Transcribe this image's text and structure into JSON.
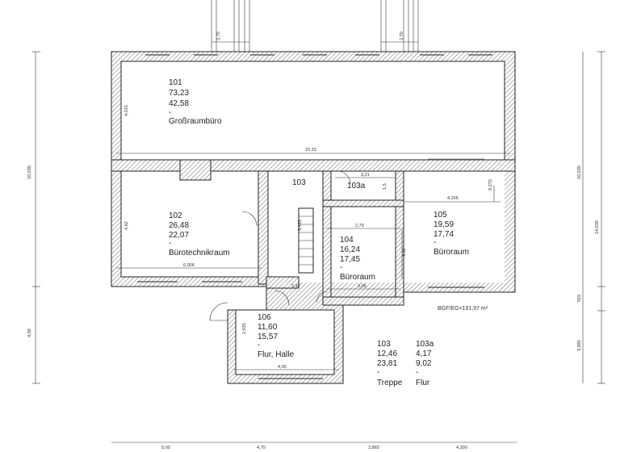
{
  "rooms": [
    {
      "number": "101",
      "area1": "73,23",
      "area2": "42,58",
      "dash": "-",
      "name": "Großraumbüro"
    },
    {
      "number": "102",
      "area1": "26,48",
      "area2": "22,07",
      "dash": "-",
      "name": "Bürotechnikraum"
    },
    {
      "number": "103",
      "label": "103"
    },
    {
      "number": "103a",
      "label": "103a"
    },
    {
      "number": "104",
      "area1": "16,24",
      "area2": "17,45",
      "dash": "-",
      "name": "Büroraum"
    },
    {
      "number": "105",
      "area1": "19,59",
      "area2": "17,74",
      "dash": "-",
      "name": "Büroraum"
    },
    {
      "number": "106",
      "area1": "11,60",
      "area2": "15,57",
      "dash": "-",
      "name": "Flur, Halle"
    }
  ],
  "legend": {
    "col1": {
      "number": "103",
      "area1": "12,46",
      "area2": "23,81",
      "dash": "-",
      "name": "Treppe"
    },
    "col2": {
      "number": "103a",
      "area1": "4,17",
      "area2": "9,02",
      "dash": "-",
      "name": "Flur"
    }
  },
  "total": "BGF/EG=191,97 m²",
  "dims": {
    "d1": "15,33",
    "d2": "6,006",
    "d3": "4,205",
    "d4": "2,79",
    "d5": "3,21",
    "d6": "3,05",
    "d7": "2,42",
    "d8": "4,00",
    "d9": "4,12",
    "d10": "4,62",
    "d11": "9,275",
    "d12": "4,015",
    "d13": "5,435",
    "d14": "1,5",
    "d15": "10,035",
    "d16": "4,00",
    "d17": "10,035",
    "d18": "14,035",
    "d19": "915",
    "d20": "3,985",
    "d21": "2,635",
    "d22": "2,70",
    "d23": "2,70",
    "b1": "5,00",
    "b2": "4,70",
    "b3": "2,865",
    "b4": "4,300"
  }
}
